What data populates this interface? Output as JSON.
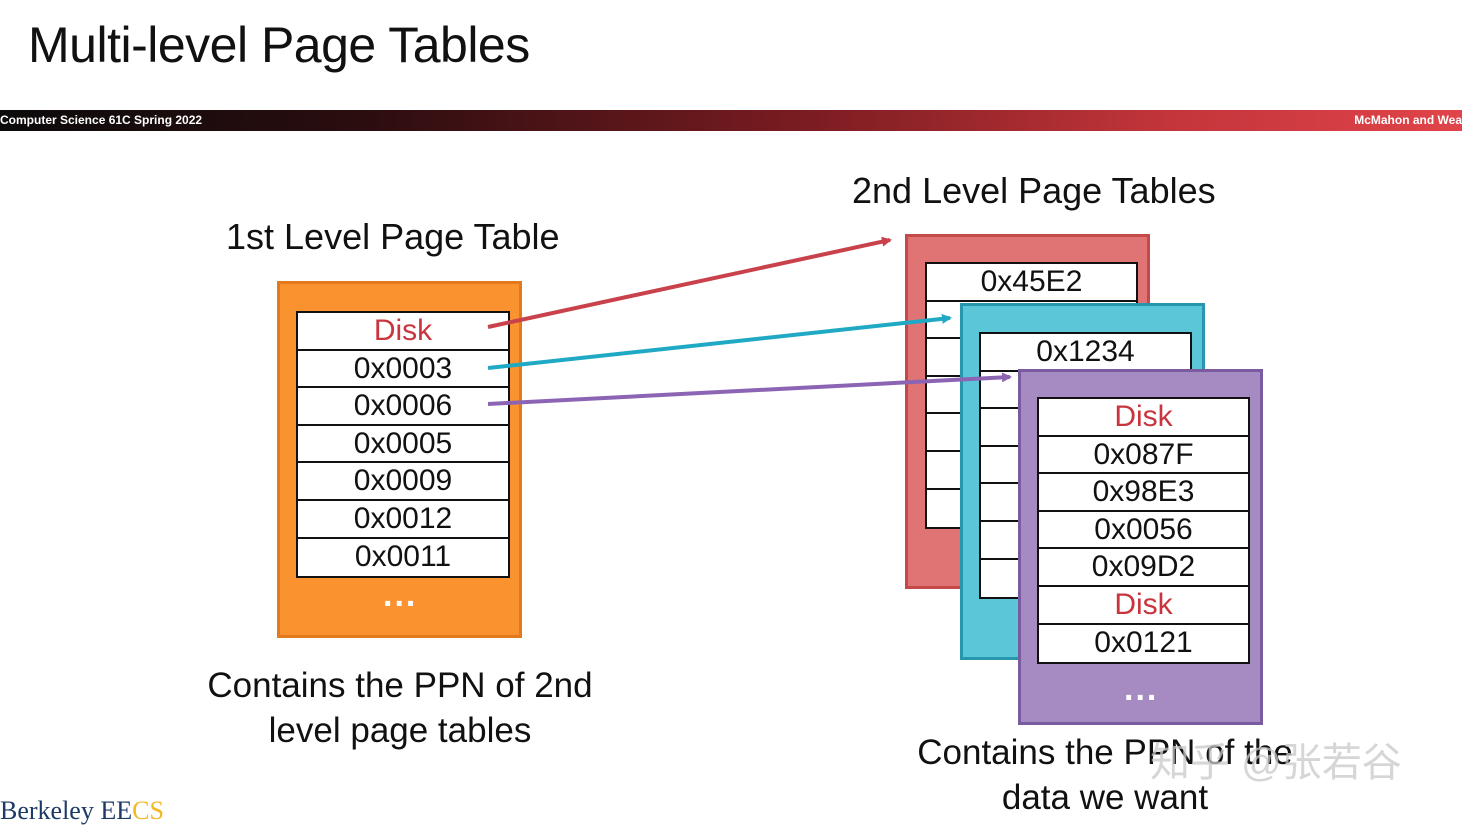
{
  "title": "Multi-level Page Tables",
  "banner": {
    "left": "Computer Science 61C Spring 2022",
    "right": "McMahon and Wea"
  },
  "first_level": {
    "label": "1st Level Page Table",
    "rows": [
      "Disk",
      "0x0003",
      "0x0006",
      "0x0005",
      "0x0009",
      "0x0012",
      "0x0011"
    ],
    "ellipsis": "...",
    "caption_line1": "Contains the PPN of 2nd",
    "caption_line2": "level page tables"
  },
  "second_level": {
    "label": "2nd Level Page Tables",
    "red_first": "0x45E2",
    "teal_first": "0x1234",
    "purple_rows": [
      "Disk",
      "0x087F",
      "0x98E3",
      "0x0056",
      "0x09D2",
      "Disk",
      "0x0121"
    ],
    "ellipsis": "...",
    "caption_line1": "Contains the PPN of the",
    "caption_line2": "data we want"
  },
  "footer_logo": {
    "main": "Berkeley EE",
    "accent": "CS"
  },
  "watermark": "知乎 @张若谷",
  "colors": {
    "orange": "#fb9230",
    "red_arrow": "#c9424b",
    "teal_arrow": "#20a9c4",
    "purple_arrow": "#8c64b4",
    "disk_text": "#c9353e"
  }
}
